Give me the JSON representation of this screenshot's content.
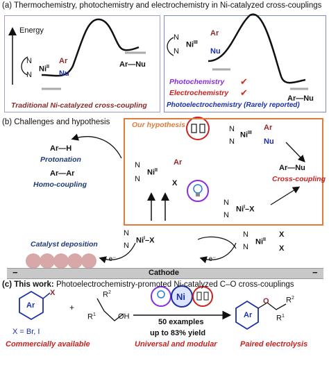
{
  "section_a": {
    "title": "(a) Thermochemistry, photochemistry and electrochemistry in Ni-catalyzed cross-couplings",
    "energy_label": "Energy",
    "left": {
      "ni": "Ni",
      "ni_ox": "II",
      "ar": "Ar",
      "nu": "Nu",
      "product": "Ar—Nu",
      "caption": "Traditional Ni-catalyzed cross-coupling"
    },
    "right": {
      "ni": "Ni",
      "ni_ox": "III",
      "ar": "Ar",
      "nu": "Nu",
      "product": "Ar—Nu",
      "photochemistry": "Photochemistry",
      "electrochemistry": "Electrochemistry",
      "photoelectro": "Photoelectrochemistry (Rarely reported)"
    }
  },
  "section_b": {
    "title": "(b) Challenges and hypothesis",
    "hypothesis_title": "Our hypothesis",
    "ar_h": "Ar—H",
    "protonation": "Protonation",
    "ar_ar": "Ar—Ar",
    "homocoupling": "Homo-coupling",
    "center_complex": {
      "ni": "Ni",
      "ox": "II",
      "ar": "Ar",
      "x": "X"
    },
    "upper_complex": {
      "ni": "Ni",
      "ox": "III",
      "ar": "Ar",
      "nu": "Nu"
    },
    "lower_complex": {
      "ni": "Ni",
      "ox": "I",
      "x": "X"
    },
    "product": "Ar—Nu",
    "cross_coupling": "Cross-coupling",
    "catalyst_deposition": "Catalyst deposition",
    "bottom_ni1": {
      "ni": "Ni",
      "ox": "I",
      "x": "X"
    },
    "bottom_ni2": {
      "ni": "Ni",
      "ox": "II",
      "x1": "X",
      "x2": "X"
    },
    "electron1": "+ e⁻",
    "electron2": "+ e⁻",
    "cathode": "Cathode",
    "minus": "−"
  },
  "section_c": {
    "title_bold": "(c) This work:",
    "title_rest": " Photoelectrochemistry-promoted Ni-catalyzed C–O cross-couplings",
    "ar": "Ar",
    "x": "X",
    "plus": "+",
    "r2": "R",
    "r2_sup": "2",
    "r1": "R",
    "r1_sup": "1",
    "oh": "OH",
    "ni_badge": "Ni",
    "examples": "50 examples",
    "yield": "up to 83% yield",
    "o": "O",
    "x_def": "X = Br, I",
    "commercial": "Commercially available",
    "universal": "Universal and modular",
    "paired": "Paired electrolysis"
  },
  "colors": {
    "frame_left": "#9aa0d0",
    "frame_right": "#7b8ac8",
    "hypothesis_border": "#e07b3a",
    "maroon": "#8b2a2a",
    "purple": "#8a2be2",
    "red": "#cc1f1f",
    "blue": "#1a2fa8",
    "navy": "#1f3a78",
    "orange_text": "#e07b3a",
    "check": "#d42a1a"
  }
}
